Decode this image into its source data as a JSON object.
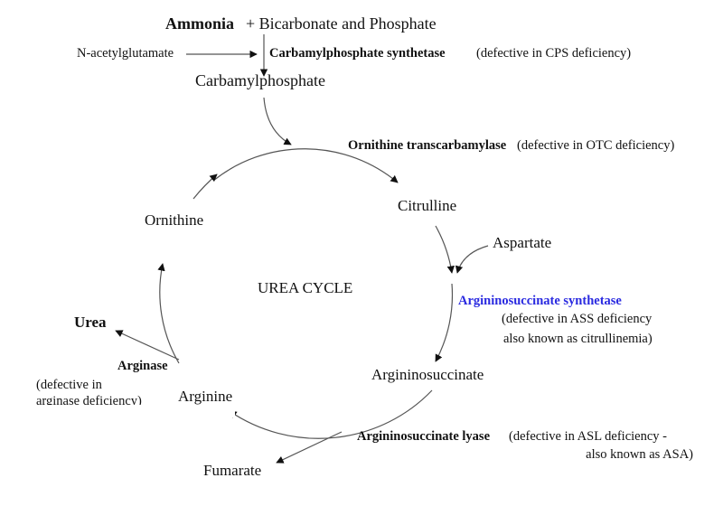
{
  "title": "UREA CYCLE",
  "colors": {
    "enzyme_highlight": "#2a2ae0",
    "text": "#111111",
    "line": "#555555"
  },
  "inputs": {
    "ammonia": "Ammonia",
    "plus_rest": "+ Bicarbonate and Phosphate",
    "activator": "N-acetylglutamate"
  },
  "metabolites": {
    "carbamylphosphate": "Carbamylphosphate",
    "citrulline": "Citrulline",
    "aspartate": "Aspartate",
    "argininosuccinate": "Argininosuccinate",
    "arginine": "Arginine",
    "ornithine": "Ornithine",
    "urea": "Urea",
    "fumarate": "Fumarate"
  },
  "enzymes": {
    "cps": {
      "name": "Carbamylphosphate synthetase",
      "note": "(defective in CPS deficiency)"
    },
    "otc": {
      "name": "Ornithine transcarbamylase",
      "note": "(defective in OTC deficiency)"
    },
    "ass": {
      "name": "Argininosuccinate synthetase",
      "note1": "(defective in ASS deficiency",
      "note2": "also known as citrullinemia)"
    },
    "asl": {
      "name": "Argininosuccinate lyase",
      "note1": "(defective in ASL deficiency -",
      "note2": "also known as ASA)"
    },
    "arginase": {
      "name": "Arginase",
      "note1": "(defective in",
      "note2": "arginase deficiency)"
    }
  }
}
